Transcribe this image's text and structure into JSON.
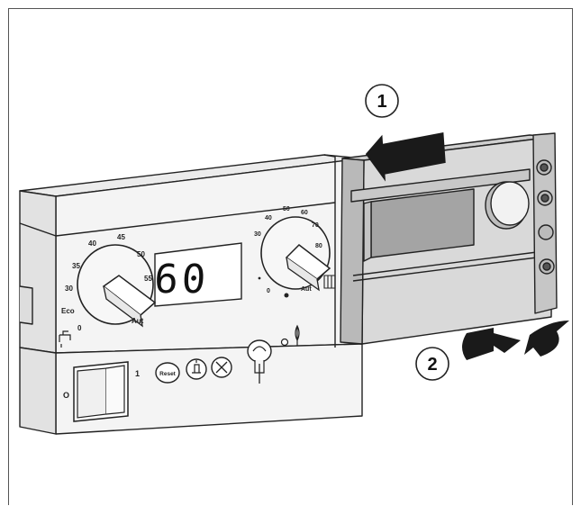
{
  "step_markers": [
    {
      "label": "1"
    },
    {
      "label": "2"
    }
  ],
  "control_panel": {
    "display_value": "60",
    "left_dial": {
      "scale": [
        "0",
        "30",
        "35",
        "40",
        "45",
        "50",
        "55"
      ],
      "eco_label": "Eco",
      "aut_label": "Aut"
    },
    "right_dial": {
      "scale": [
        "0",
        "30",
        "40",
        "50",
        "60",
        "70",
        "80"
      ],
      "aut_label": "Aut"
    },
    "main_switch": {
      "off_label": "O",
      "on_label": "1"
    },
    "reset_button_label": "Reset"
  },
  "colors": {
    "line": "#222222",
    "panel_fill": "#f4f4f4",
    "module_fill": "#d9d9d9",
    "module_shade": "#b9b9b9",
    "arrow": "#1a1a1a"
  }
}
